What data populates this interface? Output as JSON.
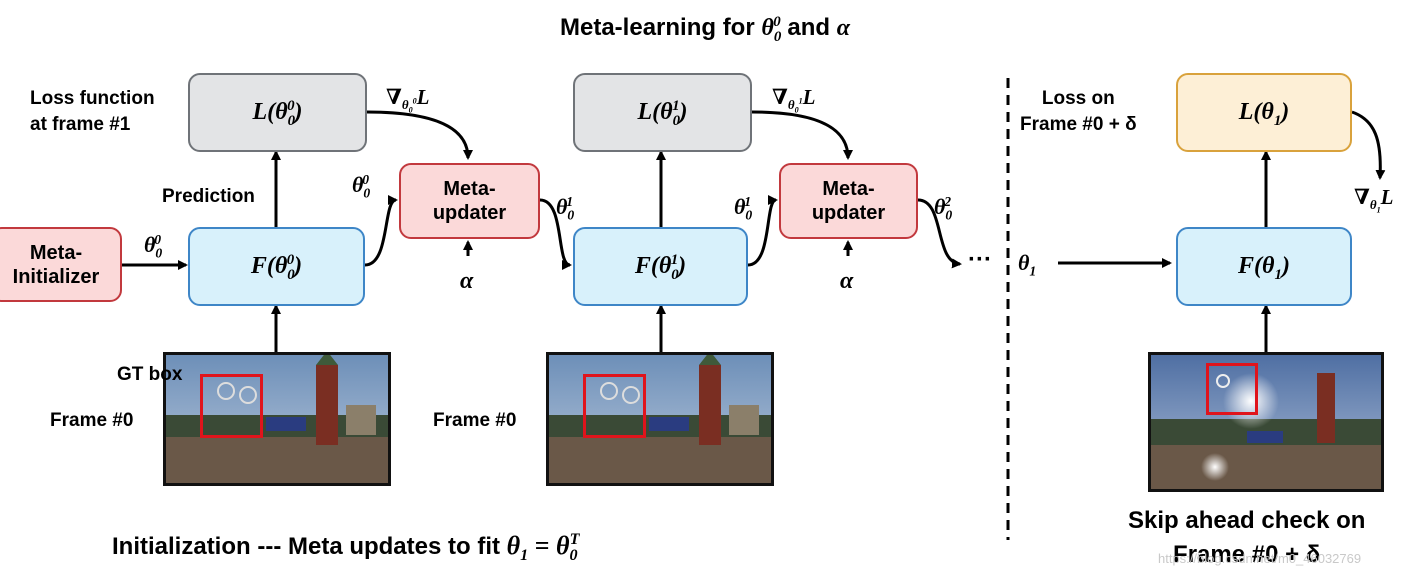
{
  "title": {
    "text": "Meta-learning for",
    "theta": "θ",
    "sub": "0",
    "sup": "0",
    "and": "and",
    "alpha": "α"
  },
  "labels": {
    "loss_function_line1": "Loss function",
    "loss_function_line2": "at frame #1",
    "prediction": "Prediction",
    "gt_box": "GT box",
    "frame0_a": "Frame #0",
    "frame0_b": "Frame #0",
    "loss_on_line1": "Loss on",
    "loss_on_line2": "Frame #0 + δ",
    "ellipsis": "···",
    "skip_line1": "Skip ahead check on",
    "skip_line2": "Frame #0 + δ",
    "footer": "Initialization --- Meta updates to fit"
  },
  "boxes": {
    "meta_initializer_l1": "Meta-",
    "meta_initializer_l2": "Initializer",
    "meta_updater_l1": "Meta-",
    "meta_updater_l2": "updater",
    "meta_updater2_l1": "Meta-",
    "meta_updater2_l2": "updater"
  },
  "math": {
    "L": "L",
    "F": "F",
    "theta": "θ",
    "nabla": "∇",
    "alpha": "α",
    "zero": "0",
    "one": "1",
    "two": "2",
    "T": "T",
    "eq": "="
  },
  "watermark": "https://blog.csdn.net/m0_46032769",
  "colors": {
    "gray_fill": "#e3e4e6",
    "blue_fill": "#d8f1fb",
    "red_fill": "#fbd9d9",
    "orange_fill": "#fdefd6",
    "gt_box": "#e0141c"
  }
}
